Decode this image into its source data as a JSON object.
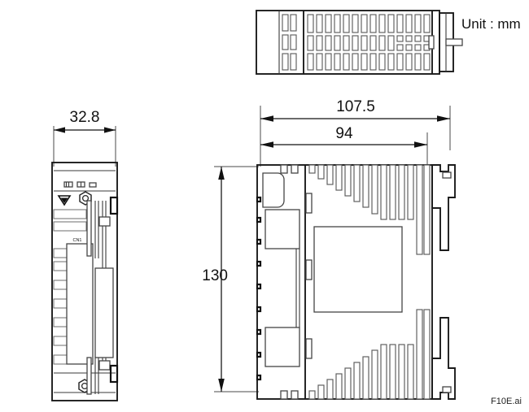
{
  "drawing": {
    "unit_note": "Unit : mm",
    "file_label": "F10E.ai",
    "connector_label": "CN1"
  },
  "dimensions": {
    "width_overall": "107.5",
    "width_body": "94",
    "height_overall": "130",
    "depth_front": "32.8"
  },
  "views": {
    "top": "top-view",
    "front": "front-view",
    "side": "side-view"
  },
  "icons": {
    "warning": "warning-triangle-icon",
    "screw_top": "hex-screw-icon",
    "screw_bottom": "hex-screw-icon"
  },
  "colors": {
    "outline": "#1b1b1b",
    "detail": "#5a5a5a",
    "text": "#111111",
    "background": "#ffffff"
  }
}
